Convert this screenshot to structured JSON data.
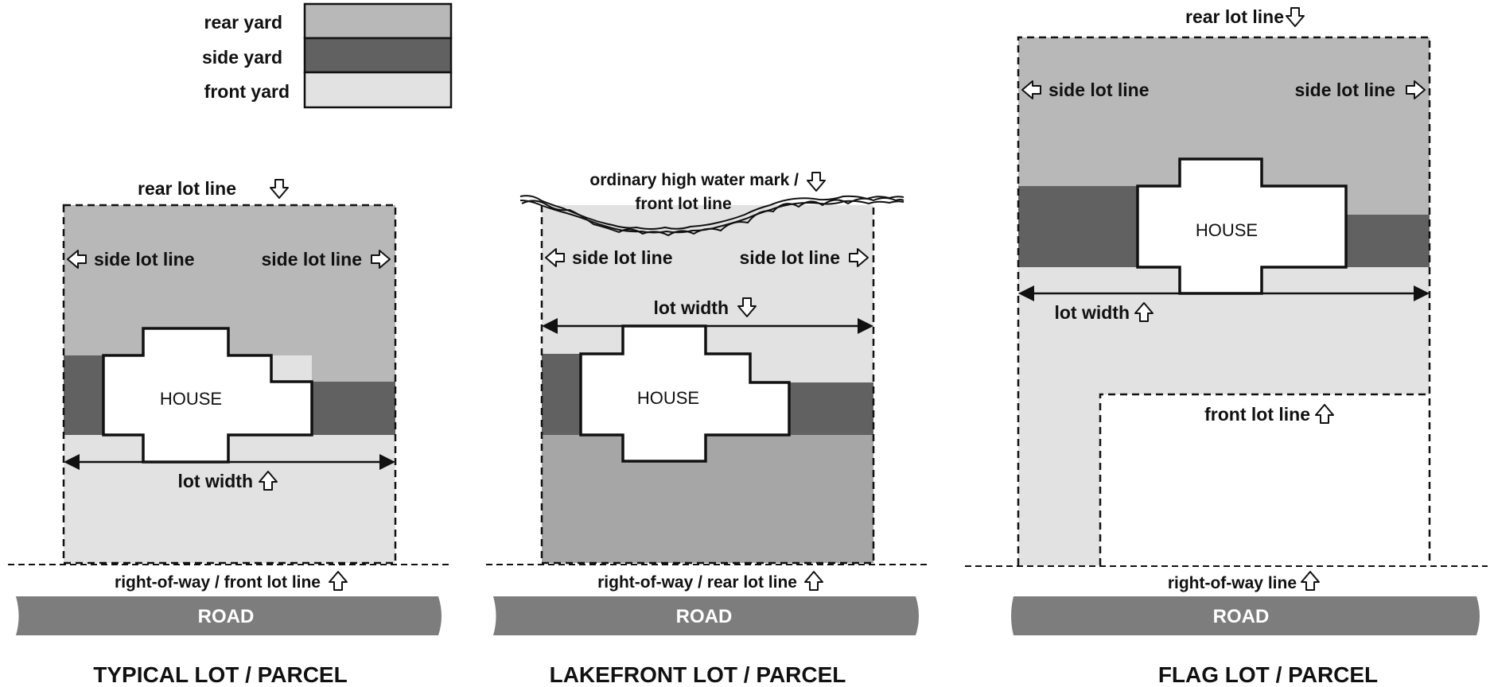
{
  "colors": {
    "rear_yard": "#b8b8b8",
    "side_yard": "#616161",
    "front_yard": "#e2e2e2",
    "lakefront_rear_yard": "#a6a6a6",
    "road": "#7d7d7d"
  },
  "legend": {
    "rear_yard": "rear yard",
    "side_yard": "side yard",
    "front_yard": "front yard"
  },
  "typical": {
    "title": "TYPICAL LOT / PARCEL",
    "rear_lot_line": "rear lot line",
    "side_lot_line_left": "side lot line",
    "side_lot_line_right": "side lot line",
    "house": "HOUSE",
    "lot_width": "lot width",
    "right_of_way": "right-of-way / front lot line",
    "road": "ROAD"
  },
  "lakefront": {
    "title": "LAKEFRONT LOT / PARCEL",
    "water_mark_line1": "ordinary high water mark /",
    "water_mark_line2": "front lot line",
    "side_lot_line_left": "side lot line",
    "side_lot_line_right": "side lot line",
    "lot_width": "lot width",
    "house": "HOUSE",
    "right_of_way": "right-of-way / rear lot line",
    "road": "ROAD"
  },
  "flag": {
    "title": "FLAG LOT / PARCEL",
    "rear_lot_line": "rear lot line",
    "side_lot_line_left": "side lot line",
    "side_lot_line_right": "side lot line",
    "house": "HOUSE",
    "lot_width": "lot width",
    "front_lot_line": "front lot line",
    "right_of_way": "right-of-way line",
    "road": "ROAD"
  }
}
